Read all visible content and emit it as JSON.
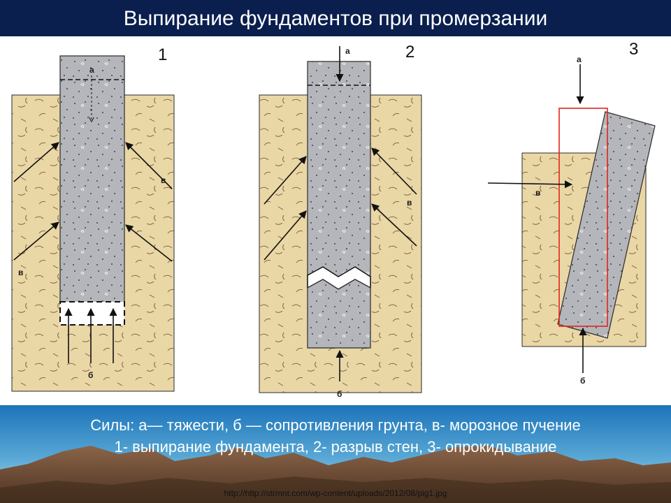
{
  "slide": {
    "title": "Выпирание фундаментов при промерзании",
    "caption_line1": "Силы: а— тяжести, б — сопротивления грунта, в- морозное пучение",
    "caption_line2": "1- выпирание фундамента, 2- разрыв стен, 3- опрокидывание",
    "source_url": "http://http://strmnt.com/wp-content/uploads/2012/08/pig1.jpg"
  },
  "figure": {
    "panels": [
      {
        "number": "1",
        "labels": {
          "a": "а",
          "b": "б",
          "v_left": "в",
          "v_right": "в"
        }
      },
      {
        "number": "2",
        "labels": {
          "a": "а",
          "b": "б",
          "v_right": "в"
        }
      },
      {
        "number": "3",
        "labels": {
          "a": "а",
          "b": "б",
          "v": "в"
        }
      }
    ]
  },
  "colors": {
    "title_bg": "#0a1f4e",
    "soil": "#ead7a6",
    "concrete": "#b4b6bb",
    "outline_red": "#e0261b",
    "sky_top": "#1c74b9",
    "sky_bottom": "#bfe1ee",
    "mountain": "#6b4a33"
  }
}
